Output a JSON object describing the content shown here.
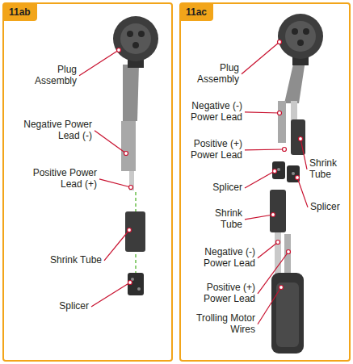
{
  "diagram": {
    "nodes": [
      {
        "text": [
          "11ab"
        ]
      },
      {
        "text": [
          "11ac"
        ]
      }
    ],
    "labels": [
      "Plug Assembly",
      "Negative Power Lead (-)",
      "Positive Power Lead (+)",
      "Shrink Tube",
      "Splicer",
      "Plug Assembly",
      "Negative (-) Power Lead",
      "Positive (+) Power Lead",
      "Shrink Tube",
      "Splicer",
      "Splicer",
      "Shrink Tube",
      "Negative (-) Power Lead",
      "Positive (+) Power Lead",
      "Trolling Motor Wires"
    ]
  }
}
